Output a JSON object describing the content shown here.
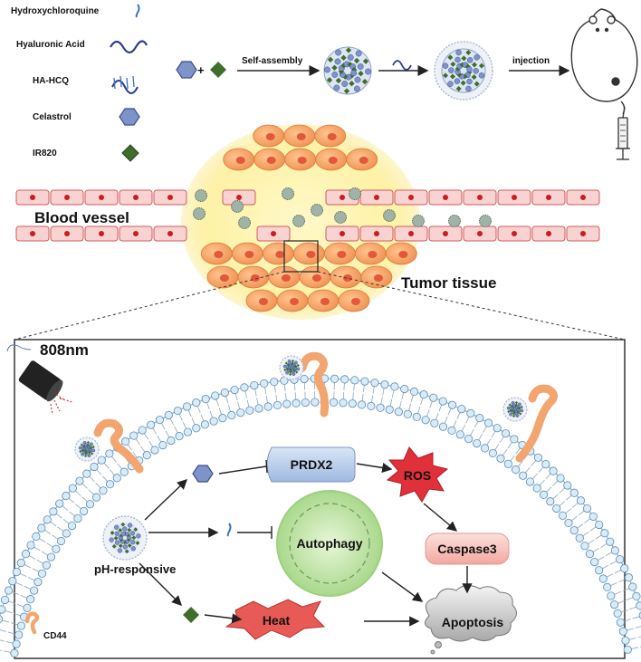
{
  "legend": {
    "items": [
      {
        "label": "Hydroxychloroquine",
        "icon": "hcq-squiggle-icon"
      },
      {
        "label": "Hyaluronic Acid",
        "icon": "hyaluronic-acid-wave-icon"
      },
      {
        "label": "HA-HCQ",
        "icon": "ha-hcq-helix-icon"
      },
      {
        "label": "Celastrol",
        "icon": "celastrol-hexagon-icon"
      },
      {
        "label": "IR820",
        "icon": "ir820-diamond-icon"
      }
    ],
    "cd44": "CD44"
  },
  "top_flow": {
    "plus": "+",
    "self_assembly": "Self-assembly",
    "injection": "injection"
  },
  "tissue": {
    "blood_vessel": "Blood vessel",
    "tumor_tissue": "Tumor tissue"
  },
  "cell": {
    "laser": "808nm",
    "ph_responsive": "pH-responsive",
    "prdx2": "PRDX2",
    "ros": "ROS",
    "autophagy": "Autophagy",
    "caspase3": "Caspase3",
    "heat": "Heat",
    "apoptosis": "Apoptosis"
  },
  "colors": {
    "vessel_fill": "#f9d2d2",
    "vessel_stroke": "#d25a5a",
    "cell_fill": "#f6a66a",
    "nucleus": "#e2583a",
    "hexagon": "#7e93c9",
    "diamond": "#3f6e2a",
    "ros": "#e0303a",
    "heat": "#e85a55",
    "autophagy": "#bfe3a5",
    "caspase": "#f7c3bd",
    "cd44": "#f2a56e"
  }
}
